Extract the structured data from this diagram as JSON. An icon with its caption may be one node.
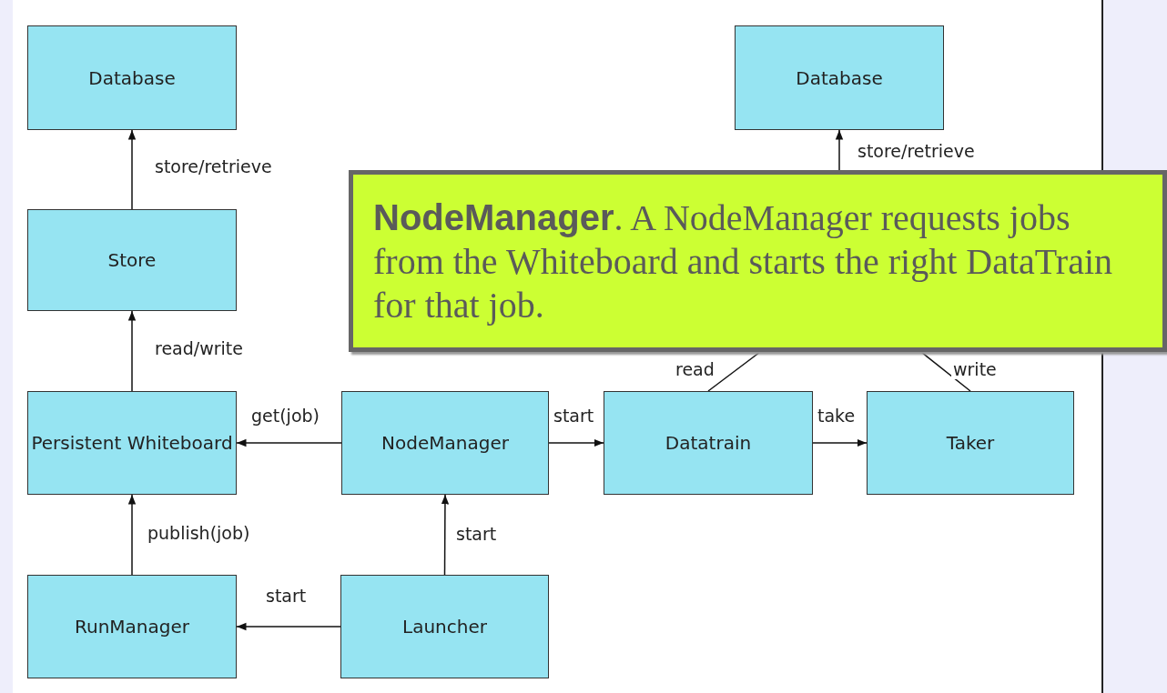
{
  "diagram": {
    "nodes": [
      {
        "text": [
          "Database"
        ]
      },
      {
        "text": [
          "Store"
        ]
      },
      {
        "text": [
          "Persistent Whiteboard"
        ]
      },
      {
        "text": [
          "NodeManager"
        ]
      },
      {
        "text": [
          "Datatrain"
        ]
      },
      {
        "text": [
          "Taker"
        ]
      },
      {
        "text": [
          "RunManager"
        ]
      },
      {
        "text": [
          "Launcher"
        ]
      },
      {
        "text": [
          "Database"
        ]
      },
      {
        "text": [
          "**NodeManager**. A NodeManager requests jobs from the Whiteboard and starts the right DataTrain for that job."
        ]
      }
    ],
    "edges": [
      {
        "from": 1,
        "to": 0,
        "arrow": "to",
        "label": "store/retrieve"
      },
      {
        "from": 2,
        "to": 1,
        "arrow": "to",
        "label": "read/write"
      },
      {
        "from": 3,
        "to": 2,
        "arrow": "to",
        "label": "get(job)"
      },
      {
        "from": 3,
        "to": 4,
        "arrow": "to",
        "label": "start"
      },
      {
        "from": 4,
        "to": 5,
        "arrow": "to",
        "label": "take"
      },
      {
        "from": 6,
        "to": 2,
        "arrow": "to",
        "label": "publish(job)"
      },
      {
        "from": 7,
        "to": 3,
        "arrow": "to",
        "label": "start"
      },
      {
        "from": 7,
        "to": 6,
        "arrow": "to",
        "label": "start"
      },
      {
        "from": 9,
        "to": 8,
        "arrow": "to",
        "label": "store/retrieve"
      },
      {
        "from": 4,
        "to": 9,
        "arrow": "none",
        "label": "read"
      },
      {
        "from": 5,
        "to": 9,
        "arrow": "none",
        "label": "write"
      }
    ]
  }
}
